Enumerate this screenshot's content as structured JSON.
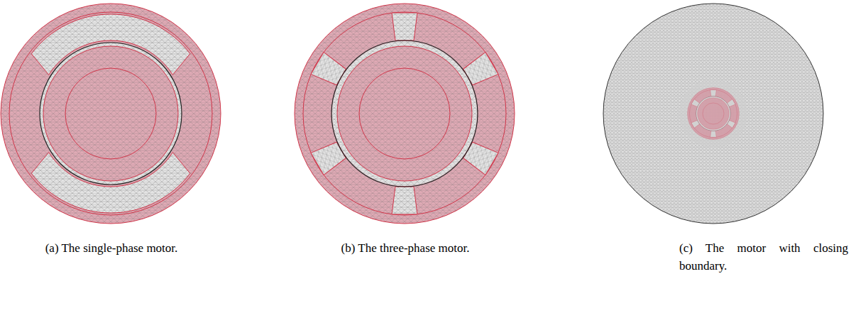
{
  "diagram": {
    "labels": [
      "(a) The single-phase motor.",
      "(b) The three-phase motor.",
      "(c) The motor with closing boundary."
    ]
  }
}
